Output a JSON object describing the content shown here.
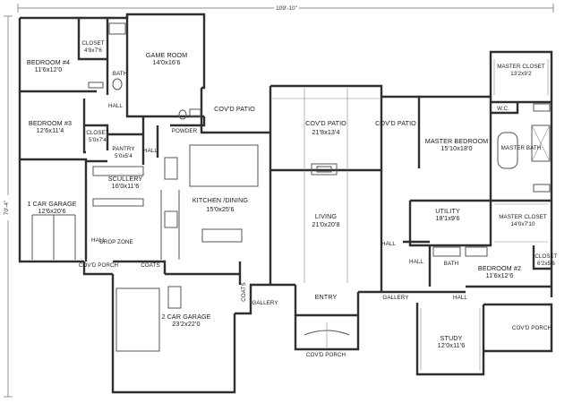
{
  "dimensions": {
    "width_label": "109'-10\"",
    "depth_label": "70'-4\""
  },
  "rooms": {
    "bedroom4": {
      "name": "BEDROOM #4",
      "size": "11'6x12'0"
    },
    "closet_b4": {
      "name": "CLOSET",
      "size": "4'8x7'6"
    },
    "bath_upper": {
      "name": "BATH"
    },
    "game_room": {
      "name": "GAME ROOM",
      "size": "14'0x16'6"
    },
    "hall_upper": {
      "name": "HALL"
    },
    "bedroom3": {
      "name": "BEDROOM #3",
      "size": "12'6x11'4"
    },
    "closet_b3": {
      "name": "CLOSET",
      "size": "5'0x7'4"
    },
    "pantry": {
      "name": "PANTRY",
      "size": "5'0x5'4"
    },
    "hall_kitchen": {
      "name": "HALL"
    },
    "powder": {
      "name": "POWDER"
    },
    "covd_patio_left": {
      "name": "COV'D PATIO"
    },
    "covd_patio_center": {
      "name": "COV'D PATIO",
      "size": "21'8x13'4"
    },
    "covd_patio_right": {
      "name": "COV'D PATIO"
    },
    "garage1": {
      "name": "1 CAR GARAGE",
      "size": "12'6x20'6"
    },
    "scullery": {
      "name": "SCULLERY",
      "size": "16'0x11'6"
    },
    "kitchen": {
      "name": "KITCHEN /DINING",
      "size": "15'0x25'6"
    },
    "living": {
      "name": "LIVING",
      "size": "21'0x20'8"
    },
    "master_closet_top": {
      "name": "MASTER CLOSET",
      "size": "13'2x9'2"
    },
    "wc": {
      "name": "W.C."
    },
    "master_bedroom": {
      "name": "MASTER BEDROOM",
      "size": "15'10x18'0"
    },
    "master_bath": {
      "name": "MASTER BATH"
    },
    "utility": {
      "name": "UTILITY",
      "size": "18'1x9'6"
    },
    "master_closet2": {
      "name": "MASTER CLOSET",
      "size": "14'0x7'10"
    },
    "hall_drop": {
      "name": "HALL"
    },
    "drop_zone": {
      "name": "DROP ZONE"
    },
    "covd_porch_left": {
      "name": "COV'D PORCH"
    },
    "coats_left": {
      "name": "COATS"
    },
    "coats_entry": {
      "name": "COATS"
    },
    "gallery_left": {
      "name": "GALLERY"
    },
    "entry": {
      "name": "ENTRY"
    },
    "gallery_right": {
      "name": "GALLERY"
    },
    "hall_living": {
      "name": "HALL"
    },
    "hall_bath2": {
      "name": "HALL"
    },
    "bath2": {
      "name": "BATH"
    },
    "bedroom2": {
      "name": "BEDROOM #2",
      "size": "11'6x12'6"
    },
    "closet_b2": {
      "name": "CLOSET",
      "size": "6'2x5'6"
    },
    "hall_study": {
      "name": "HALL"
    },
    "garage2": {
      "name": "2 CAR GARAGE",
      "size": "23'2x22'0"
    },
    "covd_porch_front": {
      "name": "COV'D PORCH"
    },
    "study": {
      "name": "STUDY",
      "size": "12'0x11'6"
    },
    "covd_porch_right": {
      "name": "COV'D PORCH"
    }
  }
}
